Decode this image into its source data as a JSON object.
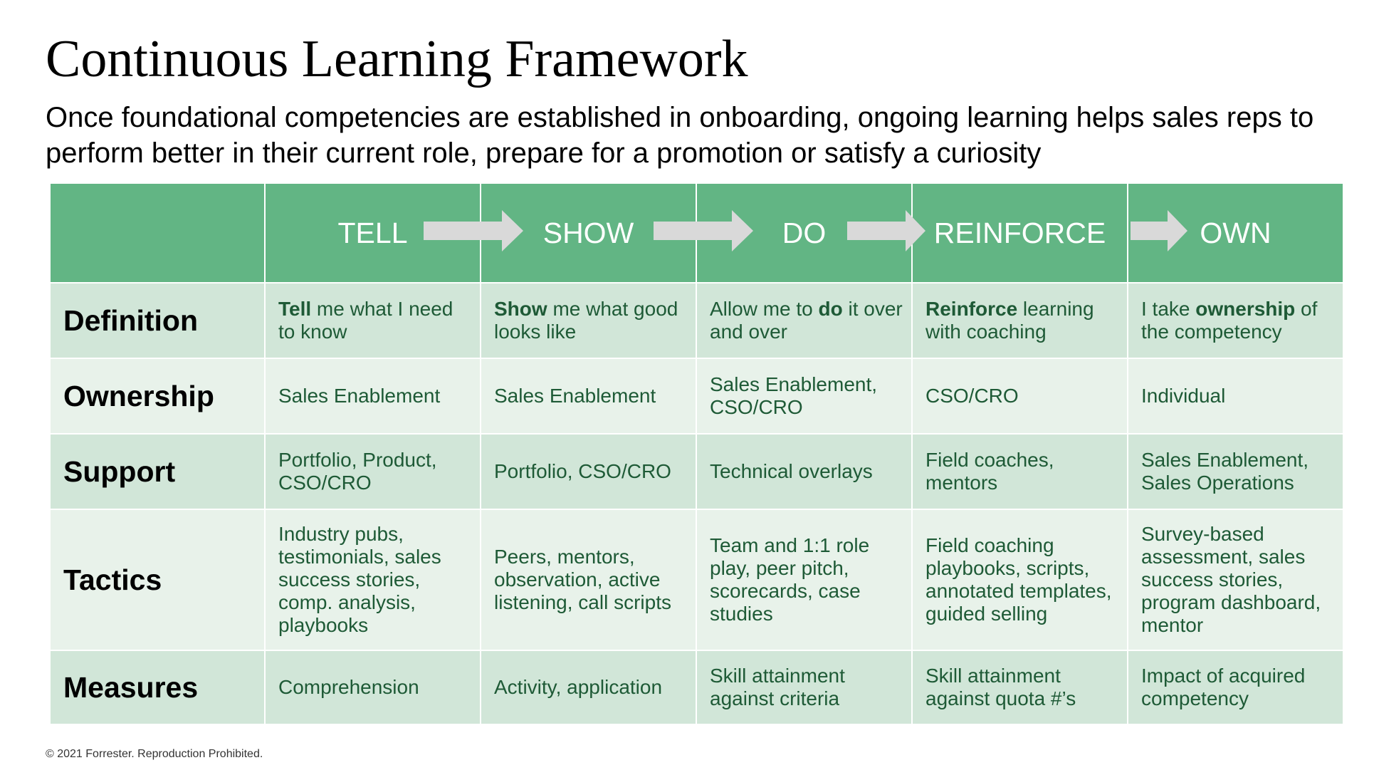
{
  "title": "Continuous Learning Framework",
  "subtitle": "Once foundational competencies are established in onboarding, ongoing learning helps sales reps to perform better in their current role, prepare for a promotion or satisfy a curiosity",
  "columns": [
    "TELL",
    "SHOW",
    "DO",
    "REINFORCE",
    "OWN"
  ],
  "rows": [
    {
      "label": "Definition",
      "cells": [
        {
          "bold": "Tell",
          "before": "",
          "after": " me what I need to know"
        },
        {
          "bold": "Show",
          "before": "",
          "after": " me what good looks like"
        },
        {
          "bold": "do",
          "before": "Allow me to ",
          "after": " it over and over"
        },
        {
          "bold": "Reinforce",
          "before": "",
          "after": " learning with coaching"
        },
        {
          "bold": "ownership",
          "before": "I take ",
          "after": " of the competency"
        }
      ]
    },
    {
      "label": "Ownership",
      "cells": [
        "Sales Enablement",
        "Sales Enablement",
        "Sales Enablement, CSO/CRO",
        "CSO/CRO",
        "Individual"
      ]
    },
    {
      "label": "Support",
      "cells": [
        "Portfolio, Product, CSO/CRO",
        "Portfolio, CSO/CRO",
        "Technical overlays",
        "Field coaches, mentors",
        "Sales Enablement, Sales Operations"
      ]
    },
    {
      "label": "Tactics",
      "cells": [
        "Industry pubs, testimonials, sales success stories, comp. analysis, playbooks",
        "Peers, mentors, observation, active listening, call scripts",
        "Team and 1:1 role play, peer pitch, scorecards, case studies",
        "Field coaching playbooks, scripts, annotated templates, guided selling",
        "Survey-based assessment, sales success stories, program dashboard, mentor"
      ]
    },
    {
      "label": "Measures",
      "cells": [
        "Comprehension",
        "Activity, application",
        "Skill attainment against criteria",
        "Skill attainment against quota #’s",
        "Impact of acquired competency"
      ]
    }
  ],
  "footer": "© 2021 Forrester. Reproduction Prohibited.",
  "colors": {
    "header_green": "#62b584",
    "row_dark": "#d1e6d8",
    "row_light": "#e8f2ea",
    "cell_text": "#1e5a36",
    "arrow": "#d9d9d9"
  }
}
